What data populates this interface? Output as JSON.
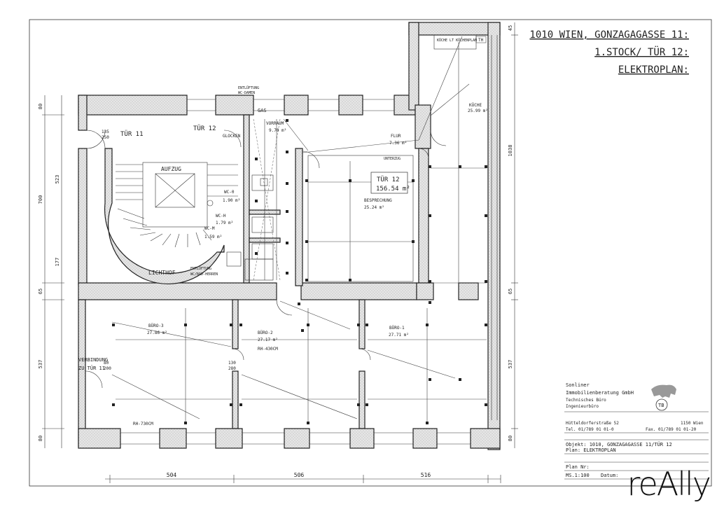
{
  "title": {
    "line1": "1010 WIEN, GONZAGAGASSE 11:",
    "line2": "1.STOCK/ TÜR 12:",
    "line3": "ELEKTROPLAN:"
  },
  "rooms": {
    "tuer12_label": "TÜR 12",
    "tuer12_area": "156.54 m²",
    "besprechung": "BESPRECHUNG",
    "besprechung_area": "25.24 m²",
    "kueche": "KÜCHE",
    "kueche_area": "25.99 m²",
    "flur": "FLUR",
    "flur_area": "7.36 m²",
    "vorraum": "VORRAUM",
    "vorraum_area": "9.70 m²",
    "buero3": "BÜRO-3",
    "buero3_area": "27.86 m²",
    "buero2": "BÜRO-2",
    "buero2_area": "27.17 m²",
    "buero2_rh": "RH-430CM",
    "buero1": "BÜRO-1",
    "buero1_area": "27.71 m²",
    "aufzug": "AUFZUG",
    "lichthof": "LICHTHOF",
    "tuer11": "TÜR 11",
    "tuer12_stair": "TÜR 12",
    "wc0": "WC-0",
    "wc0_area": "1.90 m²",
    "wch": "WC-H",
    "wch_area": "1.79 m²",
    "wcm": "WC-M",
    "wcm_area": "1.59 m²",
    "gas": "GAS",
    "unterzug": "UNTERZUG",
    "glockenwand": "GLOCKEN",
    "verbindung1": "VERBINDUNG",
    "verbindung2": "ZU TÜR 11",
    "entlueftung1": "ENTLÜFTUNG",
    "entlueftung2": "WC-DAMEN",
    "entlueftung_b1": "ENTLÜFTUNG",
    "entlueftung_b2": "WC/BAD-HERREN",
    "kueche_plan": "KÜCHE LT KÜCHENPLAN",
    "th": "TH",
    "rh_730": "RH-730CM"
  },
  "dims": {
    "bottom": [
      "504",
      "506",
      "516"
    ],
    "left": [
      "80",
      "523",
      "700",
      "177",
      "65",
      "537",
      "80"
    ],
    "right": [
      "1038",
      "65",
      "537",
      "80",
      "45"
    ],
    "door1": "135",
    "door1b": "250",
    "door2": "130",
    "door2b": "280",
    "door3": "80",
    "door3b": "200"
  },
  "titleblock": {
    "firm1": "Sonliner",
    "firm2": "Immobilienberatung GmbH",
    "firm3": "Technisches Büro",
    "firm4": "Ingenieurbüro",
    "address": "Hütteldorferstraße 52",
    "city": "1150 Wien",
    "tel": "Tel. 01/789 01 01-0",
    "fax": "Fax. 01/789 01 01-20",
    "objekt": "Objekt: 1010, GONZAGAGASSE 11/TÜR 12",
    "plan": "Plan: ELEKTROPLAN",
    "planNr": "Plan Nr:",
    "mass": "MS.1:100",
    "datum": "Datum:"
  },
  "logo_text": "reAlly",
  "colors": {
    "wall": "#d9d9d9",
    "line": "#222222"
  }
}
